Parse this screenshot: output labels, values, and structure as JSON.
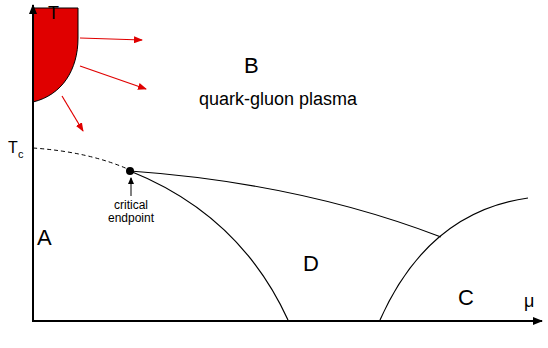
{
  "diagram": {
    "labels": [
      "T",
      "B",
      "quark-gluon plasma",
      "T",
      "c",
      "A",
      "critical endpoint",
      "D",
      "C",
      "μ"
    ]
  }
}
